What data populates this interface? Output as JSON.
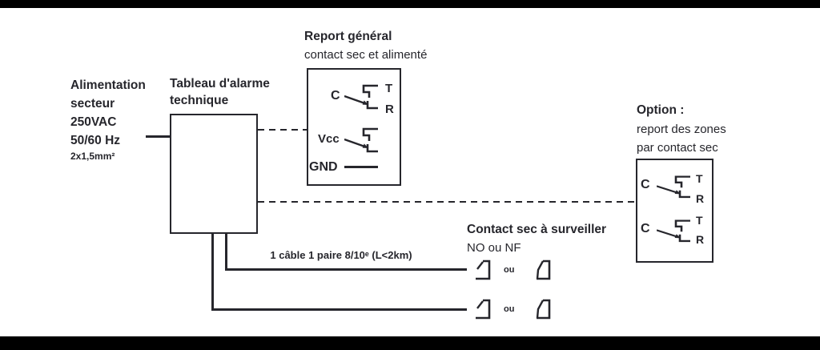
{
  "colors": {
    "ink": "#26262c",
    "edge_bar": "#000000",
    "paper": "#ffffff"
  },
  "power": {
    "lines": [
      "Alimentation",
      "secteur",
      "250VAC",
      "50/60 Hz"
    ],
    "wire_spec": "2x1,5mm²"
  },
  "panel": {
    "line1": "Tableau d'alarme",
    "line2": "technique"
  },
  "report": {
    "title": "Report général",
    "subtitle": "contact sec et alimenté",
    "c": "C",
    "t": "T",
    "r": "R",
    "vcc": "Vcc",
    "gnd": "GND"
  },
  "option": {
    "title": "Option :",
    "line2": "report des zones",
    "line3": "par contact sec",
    "zone1": {
      "c": "C",
      "t": "T",
      "r": "R"
    },
    "zone2": {
      "c": "C",
      "t": "T",
      "r": "R"
    }
  },
  "monitored": {
    "title": "Contact sec à surveiller",
    "subtitle": "NO ou NF",
    "or": "ou"
  },
  "cable": {
    "label": "1 câble 1 paire 8/10ᵉ (L<2km)"
  }
}
